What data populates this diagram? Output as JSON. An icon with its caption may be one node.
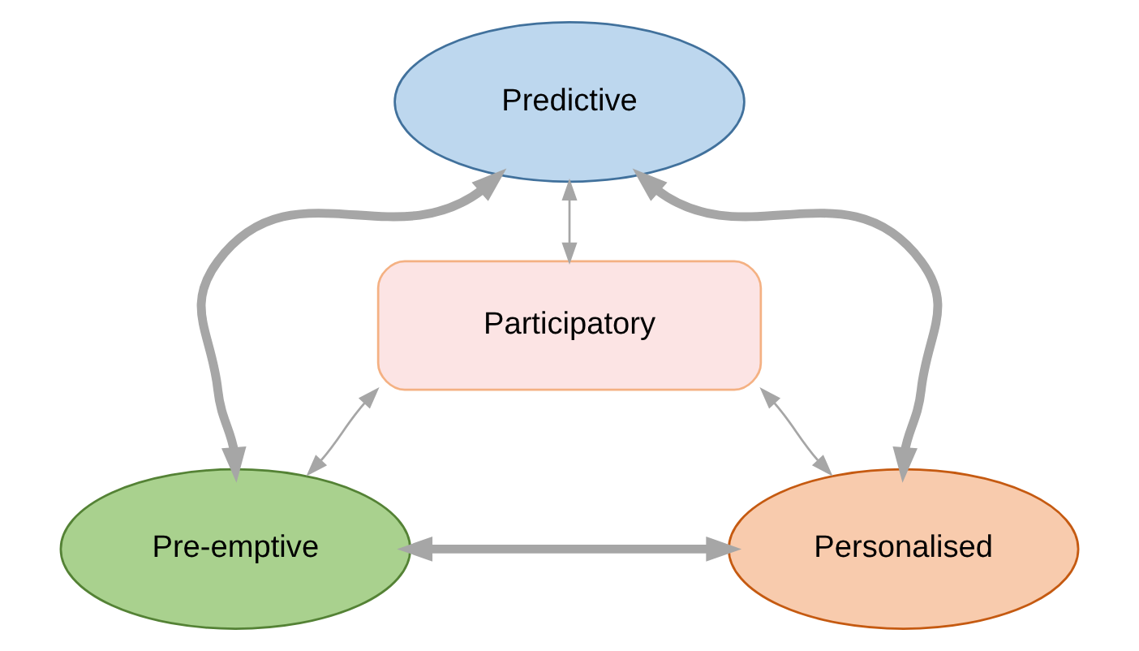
{
  "diagram": {
    "nodes": [
      {
        "text": [
          "Predictive"
        ]
      },
      {
        "text": [
          "Participatory"
        ]
      },
      {
        "text": [
          "Pre-emptive"
        ]
      },
      {
        "text": [
          "Personalised"
        ]
      }
    ],
    "edges": [
      {
        "from": 0,
        "to": 2,
        "arrow": "both",
        "style": "thick"
      },
      {
        "from": 0,
        "to": 3,
        "arrow": "both",
        "style": "thick"
      },
      {
        "from": 2,
        "to": 3,
        "arrow": "both",
        "style": "thick"
      },
      {
        "from": 1,
        "to": 0,
        "arrow": "both"
      },
      {
        "from": 1,
        "to": 2,
        "arrow": "both"
      },
      {
        "from": 1,
        "to": 3,
        "arrow": "both"
      }
    ]
  }
}
